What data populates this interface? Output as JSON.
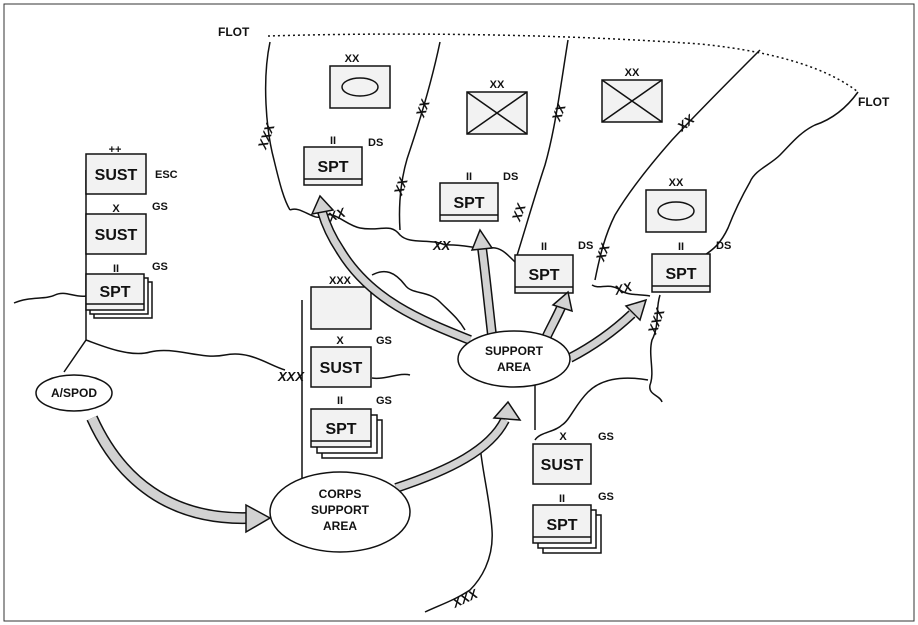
{
  "labels": {
    "flot_left": "FLOT",
    "flot_right": "FLOT",
    "aspod": "A/SPOD",
    "corps_support_area": [
      "CORPS",
      "SUPPORT",
      "AREA"
    ],
    "support_area": [
      "SUPPORT",
      "AREA"
    ]
  },
  "echelons": {
    "division": "XX",
    "corps": "XXX",
    "brigade": "X",
    "battalion": "II",
    "command": "++"
  },
  "roles": {
    "esc": "ESC",
    "gs": "GS",
    "ds": "DS"
  },
  "units": {
    "sust": "SUST",
    "spt": "SPT"
  },
  "colors": {
    "line": "#111111",
    "arrow_fill": "#d2d2d2",
    "box_fill": "#f2f2f2",
    "border": "#333333"
  }
}
